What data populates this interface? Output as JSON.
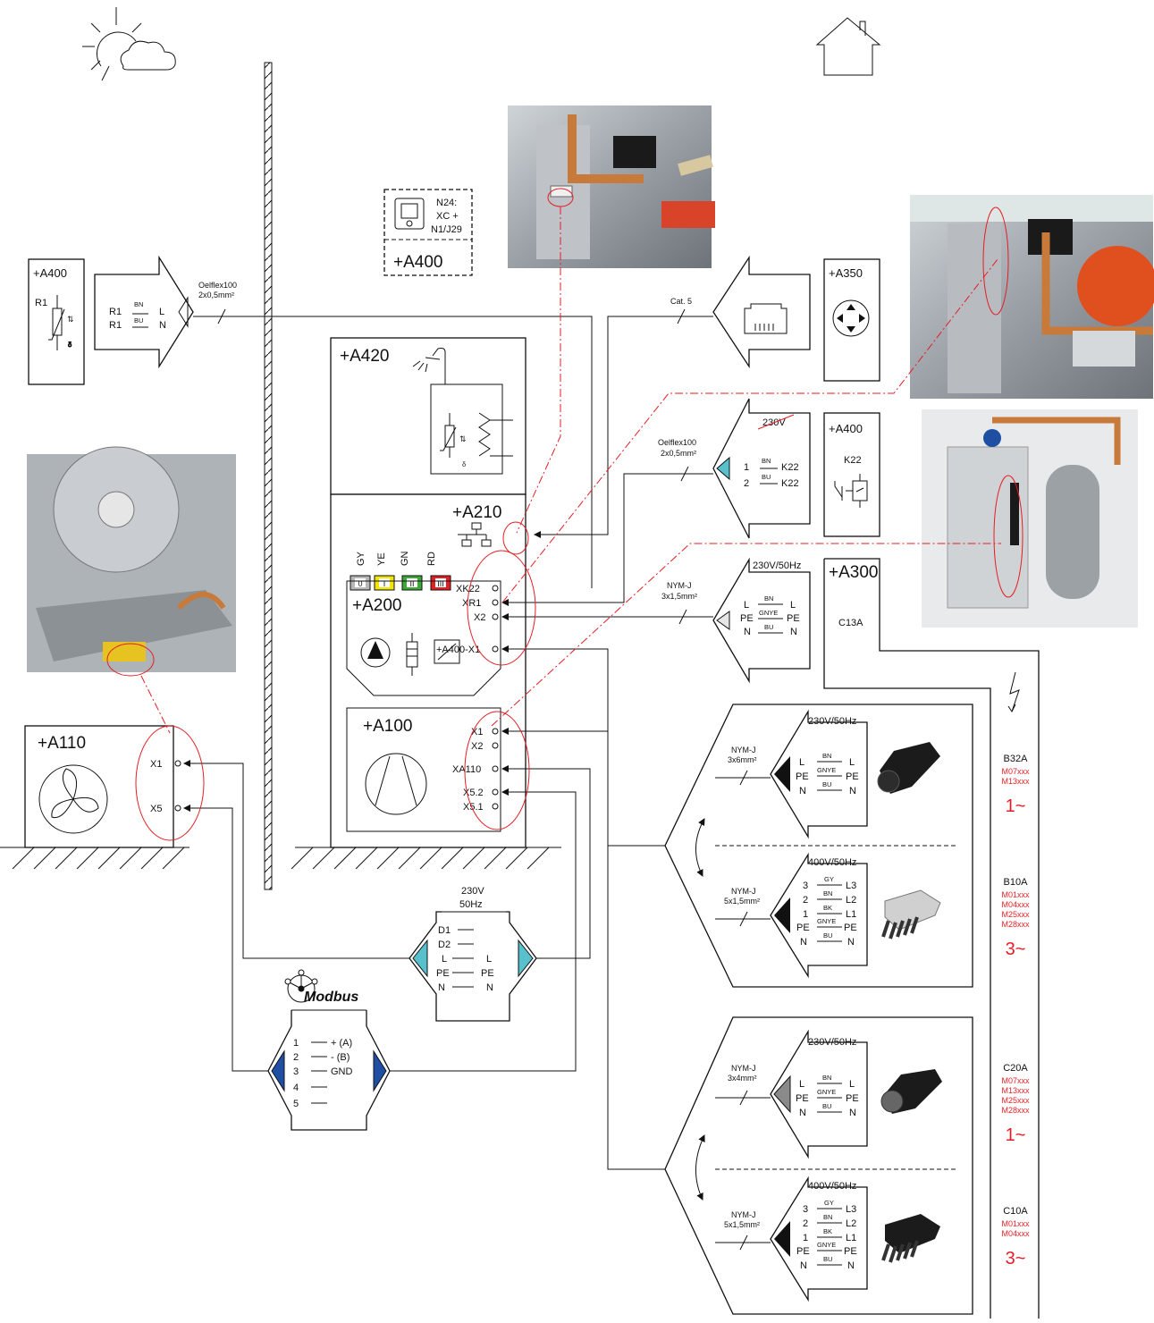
{
  "labels": {
    "a400_sensor": "+A400",
    "a400_room": "+A400",
    "a400_relay": "+A400",
    "a350": "+A350",
    "a420": "+A420",
    "a210": "+A210",
    "a200": "+A200",
    "a100": "+A100",
    "a110": "+A110",
    "a300": "+A300",
    "room_n24_1": "N24:",
    "room_n24_2": "XC +",
    "room_n24_3": "N1/J29"
  },
  "sensor": {
    "r1": "R1",
    "r1a": "R1",
    "r1b": "R1",
    "bn": "BN",
    "bu": "BU",
    "l": "L",
    "n": "N",
    "cable1": "Oelflex100",
    "cable2": "2x0,5mm²"
  },
  "network": {
    "cable": "Cat. 5"
  },
  "relay": {
    "v": "230V",
    "cable1": "Oelflex100",
    "cable2": "2x0,5mm²",
    "p1": "1",
    "p2": "2",
    "bn": "BN",
    "bu": "BU",
    "k1": "K22",
    "k2": "K22",
    "k": "K22"
  },
  "supply": {
    "v": "230V/50Hz",
    "cable1": "NYM-J",
    "cable2": "3x1,5mm²",
    "l": "L",
    "pe": "PE",
    "n": "N",
    "bn": "BN",
    "gnye": "GNYE",
    "bu": "BU",
    "c13a": "C13A"
  },
  "a200": {
    "colors": [
      "GY",
      "YE",
      "GN",
      "RD"
    ],
    "codes": [
      "0",
      "I",
      "II",
      "III"
    ],
    "code_colors": [
      "#b7b7b7",
      "#f1e600",
      "#3aaa35",
      "#e31e24"
    ],
    "t_xk22": "XK22",
    "t_xr1": "XR1",
    "t_x2": "X2",
    "t_a400x1": "+A400-X1"
  },
  "a100": {
    "t_x1": "X1",
    "t_x2": "X2",
    "t_xa110": "XA110",
    "t_x52": "X5.2",
    "t_x51": "X5.1"
  },
  "a110": {
    "t_x1": "X1",
    "t_x5": "X5"
  },
  "power230": {
    "v1": "230V",
    "v2": "50Hz",
    "d1": "D1",
    "d2": "D2",
    "l1": "L",
    "l2": "L",
    "pe1": "PE",
    "pe2": "PE",
    "n1": "N",
    "n2": "N"
  },
  "modbus": {
    "title": "Modbus",
    "p1": "1",
    "p2": "2",
    "p3": "3",
    "p4": "4",
    "p5": "5",
    "s1": "+ (A)",
    "s2": "- (B)",
    "s3": "GND"
  },
  "opt1": {
    "v": "230V/50Hz",
    "cable1": "NYM-J",
    "cable2": "3x6mm²",
    "l": "L",
    "pe": "PE",
    "n": "N",
    "bn": "BN",
    "gnye": "GNYE",
    "bu": "BU"
  },
  "opt2": {
    "v": "400V/50Hz",
    "cable1": "NYM-J",
    "cable2": "5x1,5mm²",
    "p3": "3",
    "p2": "2",
    "p1": "1",
    "pe": "PE",
    "n": "N",
    "gy": "GY",
    "bn": "BN",
    "bk": "BK",
    "gnye": "GNYE",
    "bu": "BU",
    "l3": "L3",
    "l2": "L2",
    "l1": "L1"
  },
  "opt3": {
    "v": "230V/50Hz",
    "cable1": "NYM-J",
    "cable2": "3x4mm²",
    "l": "L",
    "pe": "PE",
    "n": "N",
    "bn": "BN",
    "gnye": "GNYE",
    "bu": "BU"
  },
  "opt4": {
    "v": "400V/50Hz",
    "cable1": "NYM-J",
    "cable2": "5x1,5mm²",
    "p3": "3",
    "p2": "2",
    "p1": "1",
    "pe": "PE",
    "n": "N",
    "gy": "GY",
    "bn": "BN",
    "bk": "BK",
    "gnye": "GNYE",
    "bu": "BU",
    "l3": "L3",
    "l2": "L2",
    "l1": "L1"
  },
  "fuses": [
    {
      "rating": "B32A",
      "models": [
        "M07xxx",
        "M13xxx"
      ],
      "phase": "1~"
    },
    {
      "rating": "B10A",
      "models": [
        "M01xxx",
        "M04xxx",
        "M25xxx",
        "M28xxx"
      ],
      "phase": "3~"
    },
    {
      "rating": "C20A",
      "models": [
        "M07xxx",
        "M13xxx",
        "M25xxx",
        "M28xxx"
      ],
      "phase": "1~"
    },
    {
      "rating": "C10A",
      "models": [
        "M01xxx",
        "M04xxx"
      ],
      "phase": "3~"
    }
  ],
  "colors": {
    "red": "#e31e24",
    "cyan": "#58c0cc",
    "blue": "#1f4fa3",
    "code_gray": "#b7b7b7",
    "code_yellow": "#f1e600",
    "code_green": "#3aaa35",
    "code_red": "#e31e24"
  },
  "icons": [
    "sun-cloud-icon",
    "house-icon",
    "room-unit-icon",
    "thermistor-icon",
    "rj45-icon",
    "router-icon",
    "shower-icon",
    "network-icon",
    "pump-icon",
    "compressor-icon",
    "fan-icon",
    "relay-icon",
    "lightning-icon",
    "modbus-icon",
    "connector-icon"
  ]
}
